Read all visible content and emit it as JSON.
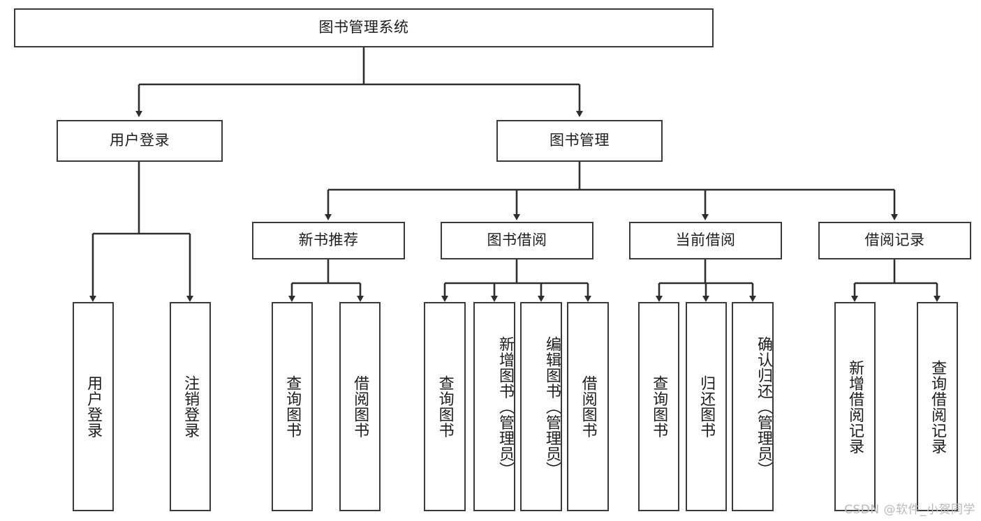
{
  "diagram": {
    "title_node": {
      "label": "图书管理系统"
    },
    "level2": [
      {
        "id": "user-login",
        "label": "用户登录"
      },
      {
        "id": "book-management",
        "label": "图书管理"
      }
    ],
    "level3": [
      {
        "id": "new-book-recommend",
        "label": "新书推荐"
      },
      {
        "id": "book-borrow",
        "label": "图书借阅"
      },
      {
        "id": "current-borrow",
        "label": "当前借阅"
      },
      {
        "id": "borrow-record",
        "label": "借阅记录"
      }
    ],
    "leaves": [
      {
        "id": "leaf-user-login",
        "label": "用户登录"
      },
      {
        "id": "leaf-logout-login",
        "label": "注销登录"
      },
      {
        "id": "leaf-query-book-1",
        "label": "查询图书"
      },
      {
        "id": "leaf-borrow-book-1",
        "label": "借阅图书"
      },
      {
        "id": "leaf-query-book-2",
        "label": "查询图书"
      },
      {
        "id": "leaf-add-book-admin",
        "label": "新增图书（管理员）"
      },
      {
        "id": "leaf-edit-book-admin",
        "label": "编辑图书（管理员）"
      },
      {
        "id": "leaf-borrow-book-2",
        "label": "借阅图书"
      },
      {
        "id": "leaf-query-book-3",
        "label": "查询图书"
      },
      {
        "id": "leaf-return-book",
        "label": "归还图书"
      },
      {
        "id": "leaf-confirm-return-admin",
        "label": "确认归还（管理员）"
      },
      {
        "id": "leaf-add-borrow-record",
        "label": "新增借阅记录"
      },
      {
        "id": "leaf-query-borrow-record",
        "label": "查询借阅记录"
      }
    ],
    "watermark": "CSDN @软件_小贺同学",
    "colors": {
      "stroke": "#3a3a3a",
      "fill": "#ffffff",
      "text": "#1c1c1c",
      "watermark": "#b9b9b9"
    }
  }
}
